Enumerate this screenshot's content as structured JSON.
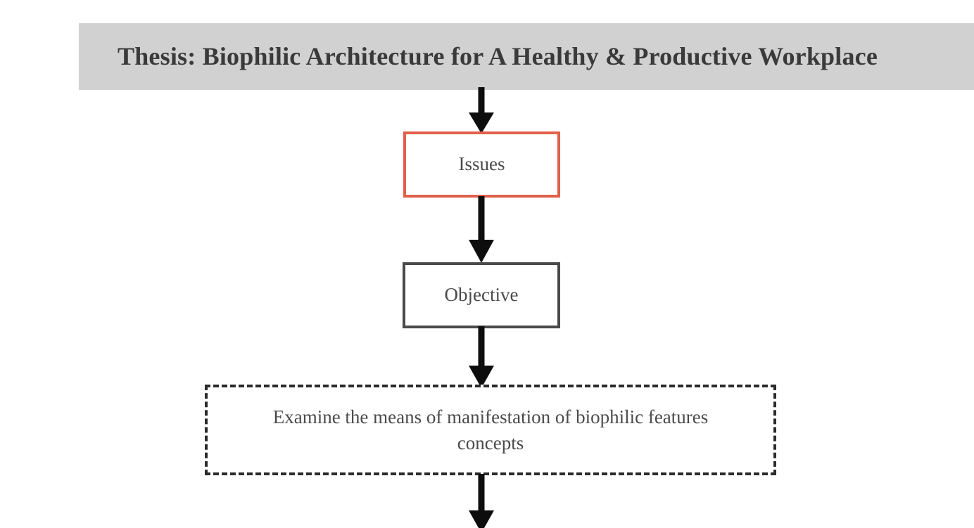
{
  "diagram": {
    "background_color": "#ffffff",
    "title_banner": {
      "text": "Thesis: Biophilic Architecture for A Healthy & Productive Workplace",
      "background_color": "#d1d1d1",
      "text_color": "#3a3a3a"
    },
    "nodes": [
      {
        "id": "issues",
        "label": "Issues",
        "border_color": "#e0604a",
        "border_style": "solid",
        "fill_color": "#ffffff",
        "text_color": "#4a4a4a"
      },
      {
        "id": "objective",
        "label": "Objective",
        "border_color": "#4a4a4a",
        "border_style": "solid",
        "fill_color": "#ffffff",
        "text_color": "#4a4a4a"
      },
      {
        "id": "objective-detail",
        "label": "Examine the means of manifestation of biophilic features concepts",
        "border_color": "#2b2b2b",
        "border_style": "dashed",
        "fill_color": "#ffffff",
        "text_color": "#4a4a4a"
      }
    ],
    "connectors": [
      {
        "id": "arrow-thesis-to-issues",
        "from": "title-banner",
        "to": "issues",
        "direction": "down",
        "color": "#0d0d0d"
      },
      {
        "id": "arrow-issues-to-objective",
        "from": "issues",
        "to": "objective",
        "direction": "down",
        "color": "#0d0d0d"
      },
      {
        "id": "arrow-objective-to-detail",
        "from": "objective",
        "to": "objective-detail",
        "direction": "down",
        "color": "#0d0d0d"
      },
      {
        "id": "arrow-detail-to-next",
        "from": "objective-detail",
        "to": "offscreen",
        "direction": "down",
        "color": "#0d0d0d"
      }
    ]
  }
}
